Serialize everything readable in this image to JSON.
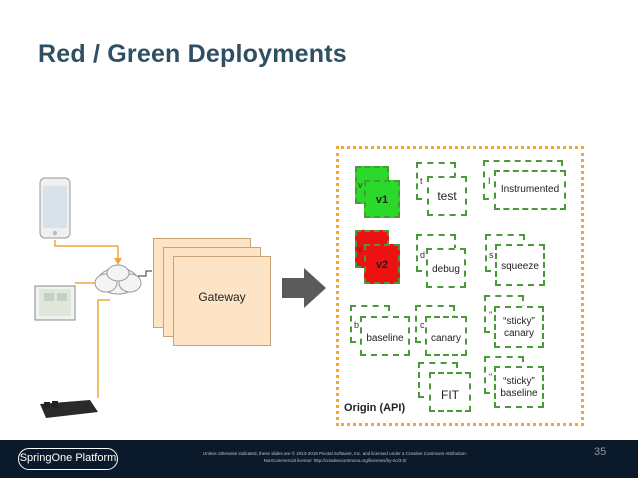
{
  "slide": {
    "title": "Red / Green Deployments",
    "page_number": "35"
  },
  "gateway": {
    "label": "Gateway"
  },
  "origin": {
    "label": "Origin  (API)"
  },
  "boxes": {
    "v1": "v1",
    "v2": "v2",
    "test": "test",
    "instrumented": "Instrumented",
    "debug": "debug",
    "squeeze": "squeeze",
    "baseline": "baseline",
    "canary": "canary",
    "sticky_canary_1": "“sticky”",
    "sticky_canary_2": "canary",
    "fit": "FIT",
    "sticky_baseline_1": "“sticky”",
    "sticky_baseline_2": "baseline"
  },
  "fragments": {
    "v1_back": "v",
    "v2_back": "v",
    "test_back": "t",
    "instr_back": "I",
    "debug_back": "d",
    "squeeze_back": "s",
    "baseline_back": "b",
    "canary_back": "c",
    "sc_back": "\"",
    "sb_back": "\""
  },
  "footer": {
    "brand": "SpringOne Platform",
    "legal_line1": "Unless otherwise indicated, these slides are © 2013-2016 Pivotal Software, Inc. and licensed under a Creative Commons Attribution-",
    "legal_line2": "NonCommercial license: http://creativecommons.org/licenses/by-nc/3.0/"
  },
  "colors": {
    "title": "#2f4f63",
    "green": "#2bd92b",
    "red": "#ee1111",
    "dashed_border": "#4a9a3a",
    "origin_border": "#f0a63a",
    "arrow_orange": "#f0a63a",
    "footer_bg": "#0b1a2a"
  }
}
